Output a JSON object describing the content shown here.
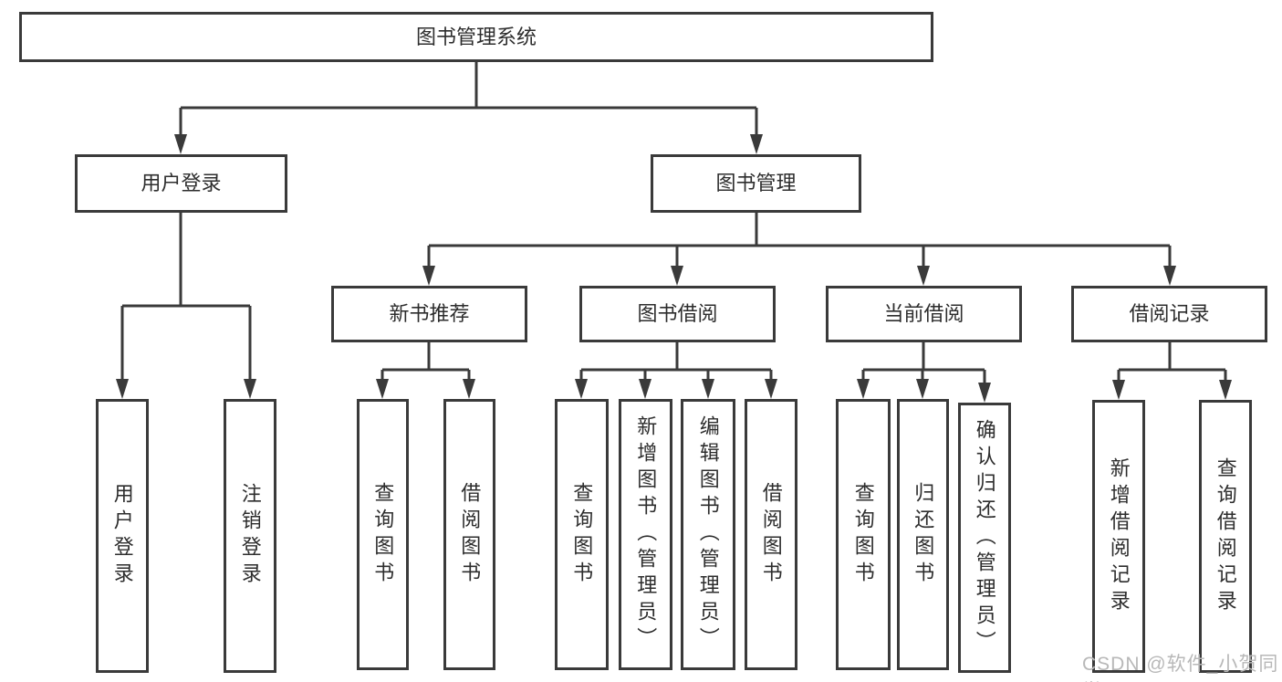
{
  "diagram": {
    "title": "图书管理系统"
  },
  "nodes": {
    "root": "图书管理系统",
    "user_login": "用户登录",
    "book_mgmt": "图书管理",
    "new_book_rec": "新书推荐",
    "book_borrow": "图书借阅",
    "current_borrow": "当前借阅",
    "borrow_record": "借阅记录",
    "user_login_col": "用户登录",
    "logout_col": "注销登录",
    "nbr_query_book": "查询图书",
    "nbr_borrow_book": "借阅图书",
    "bb_query_book": "查询图书",
    "bb_add_book": "新增图书（管理员）",
    "bb_edit_book": "编辑图书（管理员）",
    "bb_borrow_book": "借阅图书",
    "cb_query_book": "查询图书",
    "cb_return_book": "归还图书",
    "cb_confirm_return": "确认归还（管理员）",
    "br_add_record": "新增借阅记录",
    "br_query_record": "查询借阅记录"
  },
  "colors": {
    "line": "#3a3a3a",
    "text": "#2d2d2d",
    "watermark_text": "#b8b8b8",
    "background": "#ffffff"
  },
  "watermark": "CSDN @软件_小贺同学"
}
